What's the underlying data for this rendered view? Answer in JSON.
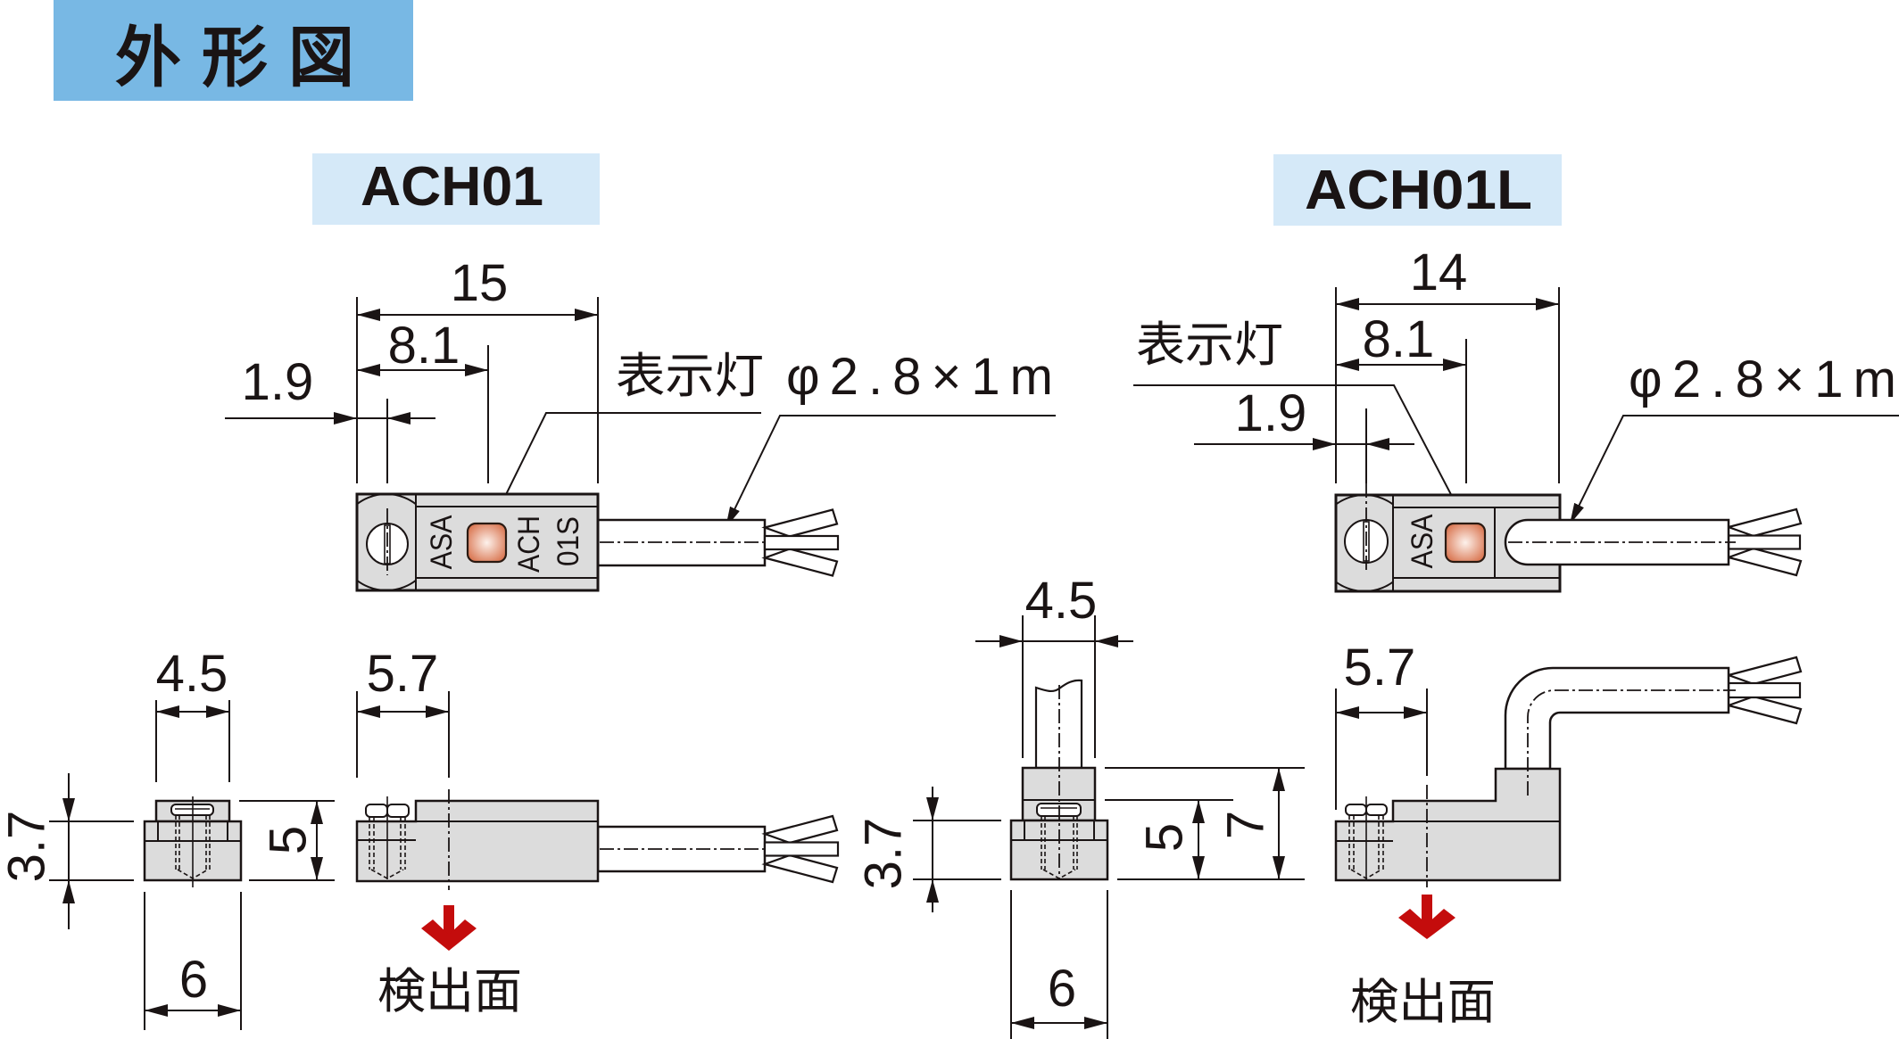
{
  "header": {
    "title": "外形図"
  },
  "models": {
    "ach01": {
      "label": "ACH01",
      "top_view": {
        "dim_overall_length": "15",
        "dim_led_position": "8.1",
        "dim_screw_offset": "1.9",
        "led_callout": "表示灯",
        "cable_callout": "φ2.8×1m",
        "marking_maker": "ASA",
        "marking_model_line1": "ACH",
        "marking_model_line2": "01S"
      },
      "end_view": {
        "dim_screw_head_width": "4.5",
        "dim_width": "6",
        "dim_base_height": "3.7",
        "dim_height": "5"
      },
      "side_view": {
        "dim_detection_center": "5.7",
        "detection_surface_label": "検出面"
      }
    },
    "ach01l": {
      "label": "ACH01L",
      "top_view": {
        "dim_overall_length": "14",
        "dim_led_position": "8.1",
        "dim_screw_offset": "1.9",
        "led_callout": "表示灯",
        "cable_callout": "φ2.8×1m",
        "marking_maker": "ASA"
      },
      "end_view": {
        "dim_screw_head_width": "4.5",
        "dim_width": "6",
        "dim_base_height": "3.7",
        "dim_height": "5",
        "dim_overall_height": "7"
      },
      "side_view": {
        "dim_detection_center": "5.7",
        "detection_surface_label": "検出面"
      }
    }
  },
  "colors": {
    "title_bg": "#78b8e4",
    "label_bg": "#d5e9f8",
    "body_fill": "#dcdcdc",
    "led_center": "#fdf2ec",
    "led_edge": "#d8704a",
    "detection_arrow": "#c40c0c"
  }
}
